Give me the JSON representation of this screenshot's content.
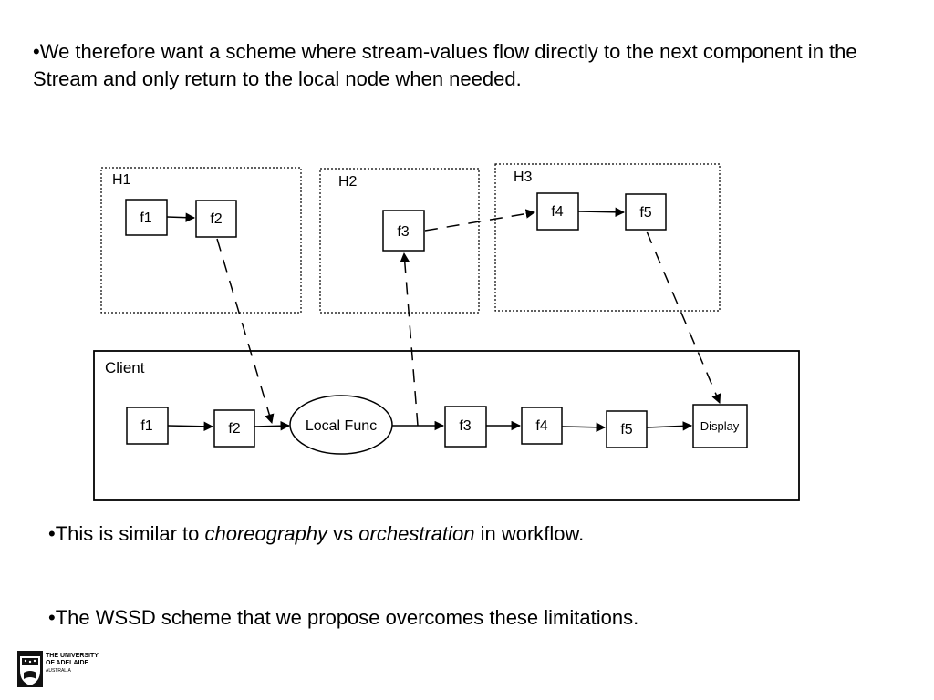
{
  "bullets": {
    "intro": "•We therefore want a scheme where stream-values flow directly to the next component in the Stream and only return to the local node when needed.",
    "similar_prefix": "•This is similar to ",
    "similar_em1": "choreography",
    "similar_mid": " vs ",
    "similar_em2": "orchestration",
    "similar_suffix": " in workflow.",
    "wssd": "•The WSSD scheme that we propose overcomes these limitations."
  },
  "diagram": {
    "hosts": {
      "h1": {
        "label": "H1",
        "nodes": [
          "f1",
          "f2"
        ]
      },
      "h2": {
        "label": "H2",
        "nodes": [
          "f3"
        ]
      },
      "h3": {
        "label": "H3",
        "nodes": [
          "f4",
          "f5"
        ]
      }
    },
    "client": {
      "label": "Client",
      "nodes": [
        "f1",
        "f2",
        "Local Func",
        "f3",
        "f4",
        "f5",
        "Display"
      ]
    }
  },
  "logo": {
    "line1": "THE UNIVERSITY",
    "line2": "OF ADELAIDE",
    "line3": "AUSTRALIA"
  }
}
